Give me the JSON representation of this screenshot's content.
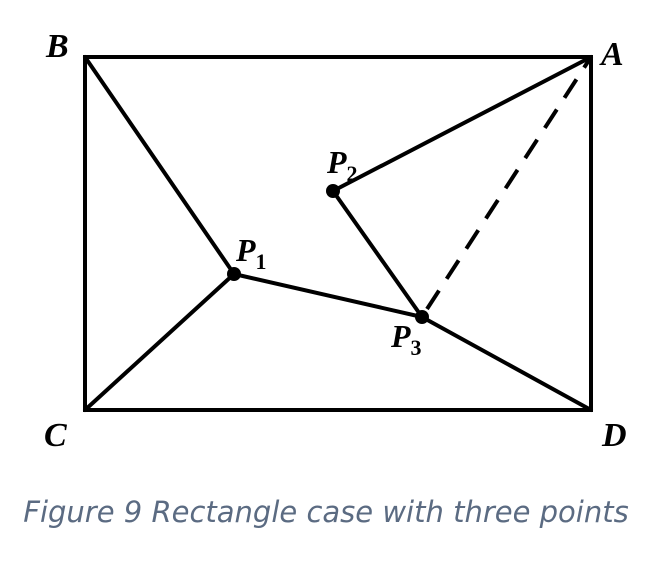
{
  "diagram": {
    "vertices": {
      "A": "A",
      "B": "B",
      "C": "C",
      "D": "D"
    },
    "points": {
      "p1": {
        "letter": "P",
        "subscript": "1"
      },
      "p2": {
        "letter": "P",
        "subscript": "2"
      },
      "p3": {
        "letter": "P",
        "subscript": "3"
      }
    },
    "caption": "Figure 9 Rectangle case with three points"
  },
  "colors": {
    "lines": "#000000",
    "caption": "#5b6b82"
  }
}
